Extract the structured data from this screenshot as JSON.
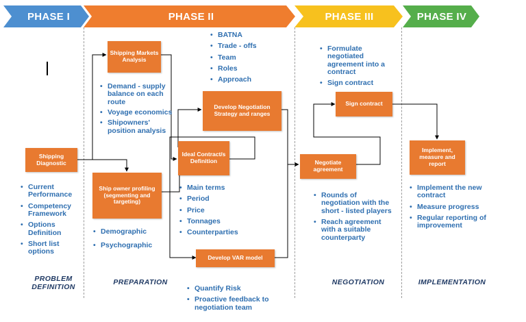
{
  "phases": [
    "PHASE I",
    "PHASE II",
    "PHASE III",
    "PHASE IV"
  ],
  "colors": {
    "phase1": "#4d8fd0",
    "phase2": "#ef7d2e",
    "phase3": "#f7c11e",
    "phase4": "#55ae4b",
    "box": "#e87a30",
    "bullet_text": "#2f6fb0"
  },
  "boxes": {
    "shipping_diagnostic": "Shipping Diagnostic",
    "shipping_markets": "Shipping Markets Analysis",
    "shipowner_profiling": "Ship owner profiling (segmenting and targeting)",
    "negotiation_strategy": "Develop Negotiation Strategy and ranges",
    "ideal_contract": "Ideal Contract/s Definition",
    "var_model": "Develop VAR model",
    "negotiate_agreement": "Negotiate agreement",
    "sign_contract": "Sign contract",
    "implement": "Implement, measure and report"
  },
  "lists": {
    "phase1": [
      "Current Performance",
      "Competency Framework",
      "Options Definition",
      "Short list options"
    ],
    "markets": [
      "Demand - supply balance on each route",
      "Voyage economics",
      "Shipowners' position analysis"
    ],
    "profiling": [
      "Demographic",
      "Psychographic"
    ],
    "strategy": [
      "BATNA",
      "Trade - offs",
      "Team",
      "Roles",
      "Approach"
    ],
    "contract": [
      "Main terms",
      "Period",
      "Price",
      "Tonnages",
      "Counterparties"
    ],
    "var": [
      "Quantify Risk",
      "Proactive feedback to negotiation team"
    ],
    "phase3_top": [
      "Formulate negotiated agreement into a contract",
      "Sign contract"
    ],
    "phase3_bottom": [
      "Rounds of negotiation with the short - listed players",
      "Reach agreement with a suitable counterparty"
    ],
    "phase4": [
      "Implement the new contract",
      "Measure progress",
      "Regular reporting of improvement"
    ]
  },
  "stages": {
    "problem_definition": "PROBLEM DEFINITION",
    "preparation": "PREPARATION",
    "negotiation": "NEGOTIATION",
    "implementation": "IMPLEMENTATION"
  }
}
